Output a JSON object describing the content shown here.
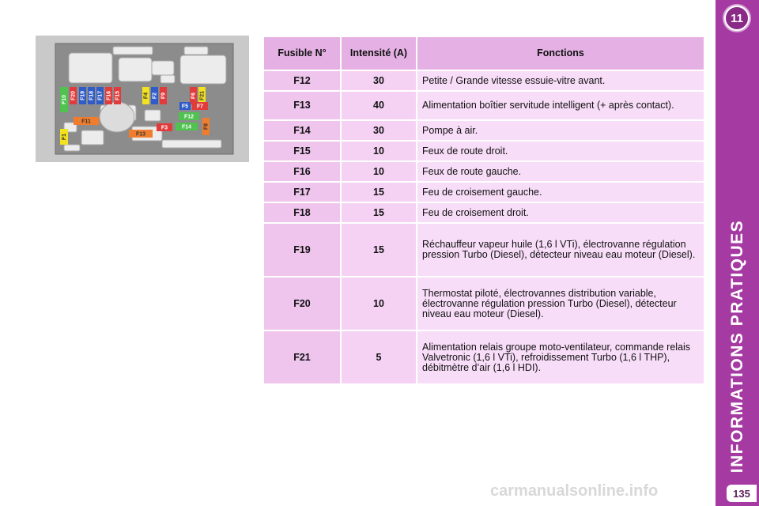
{
  "chapter": {
    "number": "11",
    "title": "INFORMATIONS PRATIQUES",
    "accent_color": "#a63aa3"
  },
  "page_number": "135",
  "fuse_diagram": {
    "labels": [
      "F10",
      "F20",
      "F19",
      "F18",
      "F17",
      "F16",
      "F15",
      "F4",
      "F2",
      "F9",
      "F6",
      "F21",
      "F5",
      "F7",
      "F12",
      "F11",
      "F1",
      "F13",
      "F3",
      "F14",
      "F8"
    ]
  },
  "table": {
    "headers": {
      "fuse": "Fusible N°",
      "amperage": "Intensité (A)",
      "functions": "Fonctions"
    },
    "rows": [
      {
        "fuse": "F12",
        "amperage": "30",
        "function": "Petite / Grande vitesse essuie-vitre avant."
      },
      {
        "fuse": "F13",
        "amperage": "40",
        "function": "Alimentation boîtier servitude intelligent (+ après contact)."
      },
      {
        "fuse": "F14",
        "amperage": "30",
        "function": "Pompe à air."
      },
      {
        "fuse": "F15",
        "amperage": "10",
        "function": "Feux de route droit."
      },
      {
        "fuse": "F16",
        "amperage": "10",
        "function": "Feux de route gauche."
      },
      {
        "fuse": "F17",
        "amperage": "15",
        "function": "Feu de croisement gauche."
      },
      {
        "fuse": "F18",
        "amperage": "15",
        "function": "Feu de croisement droit."
      },
      {
        "fuse": "F19",
        "amperage": "15",
        "function": "Réchauffeur vapeur huile (1,6 l VTi), électrovanne régulation pression Turbo (Diesel), détecteur niveau eau moteur (Diesel)."
      },
      {
        "fuse": "F20",
        "amperage": "10",
        "function": "Thermostat piloté, électrovannes distribution variable, électrovanne régulation pression Turbo (Diesel), détecteur niveau eau moteur (Diesel)."
      },
      {
        "fuse": "F21",
        "amperage": "5",
        "function": "Alimentation relais groupe moto-ventilateur, commande relais Valvetronic (1,6 l VTi), refroidissement Turbo (1,6 l THP), débitmètre d’air (1,6 l HDI)."
      }
    ]
  },
  "watermark": "carmanualsonline.info"
}
